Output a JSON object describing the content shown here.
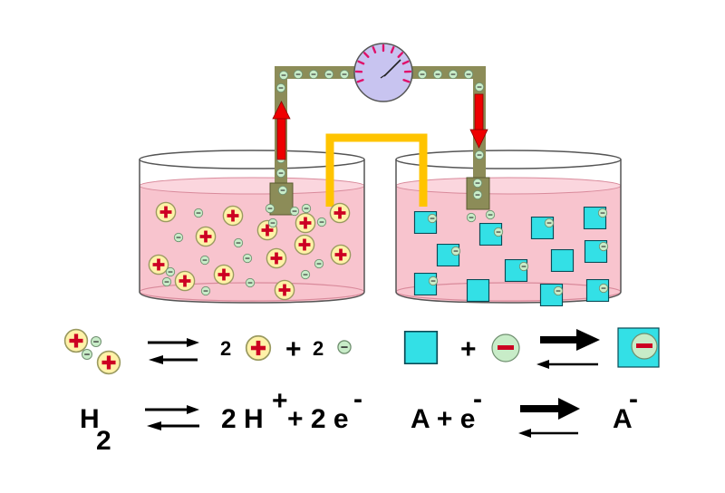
{
  "colors": {
    "solution": "#f8c4ce",
    "solution_edge": "#d98a9b",
    "electrode": "#8c8c58",
    "salt_bridge": "#ffc400",
    "proton_fill": "#fff2a8",
    "proton_sign": "#cc0022",
    "electron_fill": "#c8ecc8",
    "acceptor_fill": "#33e0e6",
    "arrow_red": "#ee0000",
    "gauge_face": "#c8c4f0",
    "gauge_ticks": "#e0106a"
  },
  "icons": {
    "proton": "yellow-circle-with-red-plus",
    "electron": "small-green-circle-with-minus",
    "acceptor": "cyan-square",
    "reduced_acceptor": "cyan-square-with-electron"
  },
  "equations": {
    "row1": {
      "coef_protons": "2",
      "plus": "+",
      "coef_electrons": "2",
      "plus_right": "+"
    },
    "row2": {
      "h2_main": "H",
      "h2_sub": "2",
      "products_main": "2 H",
      "h_charge": "+",
      "products_plus": "+ 2 e",
      "e_charge": "-",
      "reactants_main": "A + e",
      "reactant_e_charge": "-",
      "product_main": "A",
      "product_charge": "-"
    }
  }
}
